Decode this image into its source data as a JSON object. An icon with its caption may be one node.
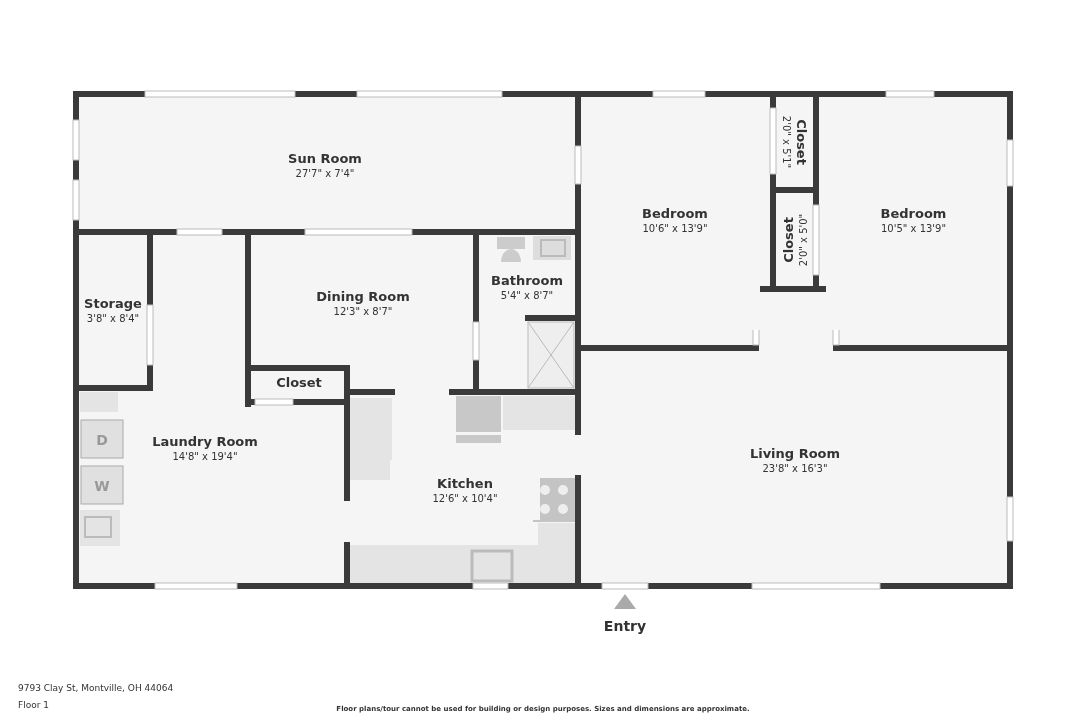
{
  "diagram": {
    "nodes": [
      {
        "text": [
          "Sun Room",
          "27'7\" x 7'4\""
        ]
      },
      {
        "text": [
          "Bedroom",
          "10'6\" x 13'9\""
        ]
      },
      {
        "text": [
          "Closet",
          "2'0\" x 5'1\""
        ]
      },
      {
        "text": [
          "Bedroom",
          "10'5\" x 13'9\""
        ]
      },
      {
        "text": [
          "Closet",
          "2'0\" x 5'0\""
        ]
      },
      {
        "text": [
          "Storage",
          "3'8\" x 8'4\""
        ]
      },
      {
        "text": [
          "Dining Room",
          "12'3\" x 8'7\""
        ]
      },
      {
        "text": [
          "Bathroom",
          "5'4\" x 8'7\""
        ]
      },
      {
        "text": [
          "Closet"
        ]
      },
      {
        "text": [
          "Laundry Room",
          "14'8\" x 19'4\""
        ]
      },
      {
        "text": [
          "Kitchen",
          "12'6\" x 10'4\""
        ]
      },
      {
        "text": [
          "Living Room",
          "23'8\" x 16'3\""
        ]
      }
    ],
    "labels": [
      "D",
      "W",
      "Entry",
      "9793 Clay St, Montville, OH 44064",
      "Floor 1",
      "Floor plans/tour cannot be used for building or design purposes. Sizes and dimensions are approximate."
    ]
  }
}
